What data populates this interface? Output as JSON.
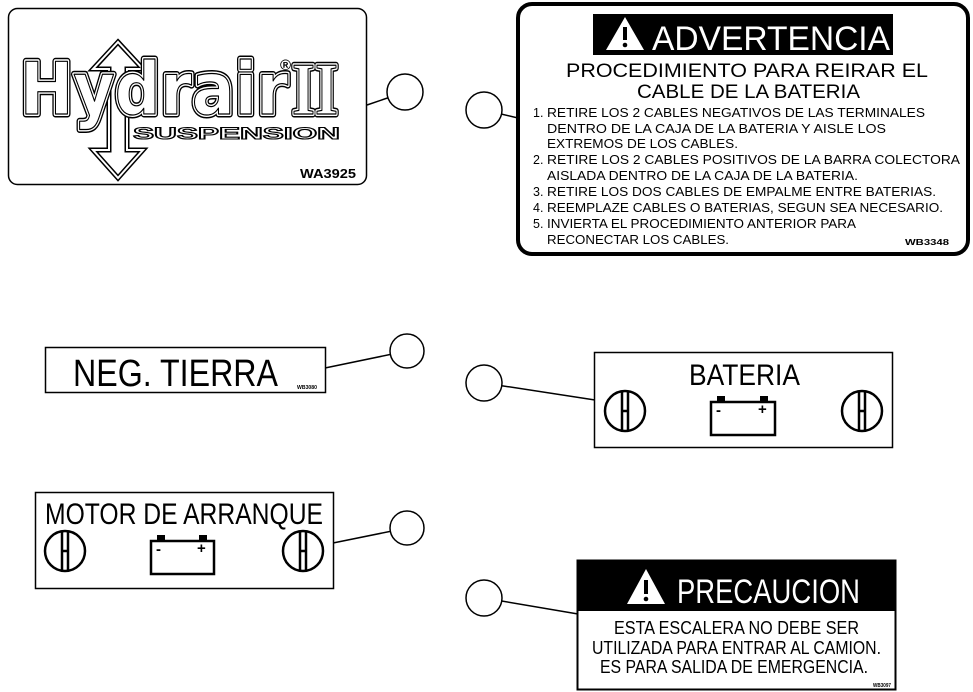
{
  "decals": {
    "hydrair": {
      "brand": "Hydrair",
      "numeral": "II",
      "registered": "®",
      "subtitle": "SUSPENSION",
      "part_number": "WA3925"
    },
    "advertencia": {
      "header": "ADVERTENCIA",
      "title_lines": [
        "PROCEDIMIENTO PARA REIRAR EL",
        "CABLE DE LA BATERIA"
      ],
      "steps": [
        {
          "num": "1.",
          "lines": [
            "RETIRE LOS 2 CABLES NEGATIVOS DE LAS TERMINALES",
            "DENTRO DE LA CAJA DE LA BATERIA Y AISLE LOS",
            "EXTREMOS DE LOS CABLES."
          ]
        },
        {
          "num": "2.",
          "lines": [
            "RETIRE LOS 2 CABLES POSITIVOS DE LA BARRA COLECTORA",
            "AISLADA DENTRO DE LA CAJA DE LA BATERIA."
          ]
        },
        {
          "num": "3.",
          "lines": [
            "RETIRE LOS DOS CABLES DE EMPALME ENTRE BATERIAS."
          ]
        },
        {
          "num": "4.",
          "lines": [
            "REEMPLAZE CABLES O BATERIAS, SEGUN SEA NECESARIO."
          ]
        },
        {
          "num": "5.",
          "lines": [
            "INVIERTA EL PROCEDIMIENTO ANTERIOR PARA",
            "RECONECTAR LOS CABLES."
          ]
        }
      ],
      "part_number": "WB3348"
    },
    "neg_tierra": {
      "label": "NEG. TIERRA",
      "part_number": "WB3080"
    },
    "bateria": {
      "label": "BATERIA",
      "battery_minus": "-",
      "battery_plus": "+"
    },
    "motor_arranque": {
      "label": "MOTOR DE ARRANQUE",
      "battery_minus": "-",
      "battery_plus": "+"
    },
    "precaucion": {
      "header": "PRECAUCION",
      "lines": [
        "ESTA ESCALERA NO DEBE SER",
        "UTILIZADA PARA ENTRAR AL CAMION.",
        "ES PARA SALIDA DE EMERGENCIA."
      ],
      "part_number": "WB3097"
    }
  },
  "icons": {
    "warning": "warning-triangle-icon",
    "ground": "ground-terminal-icon",
    "battery": "battery-icon",
    "arrow": "double-arrow-icon",
    "callout": "callout-circle"
  },
  "colors": {
    "ink": "#000000",
    "paper": "#ffffff"
  }
}
